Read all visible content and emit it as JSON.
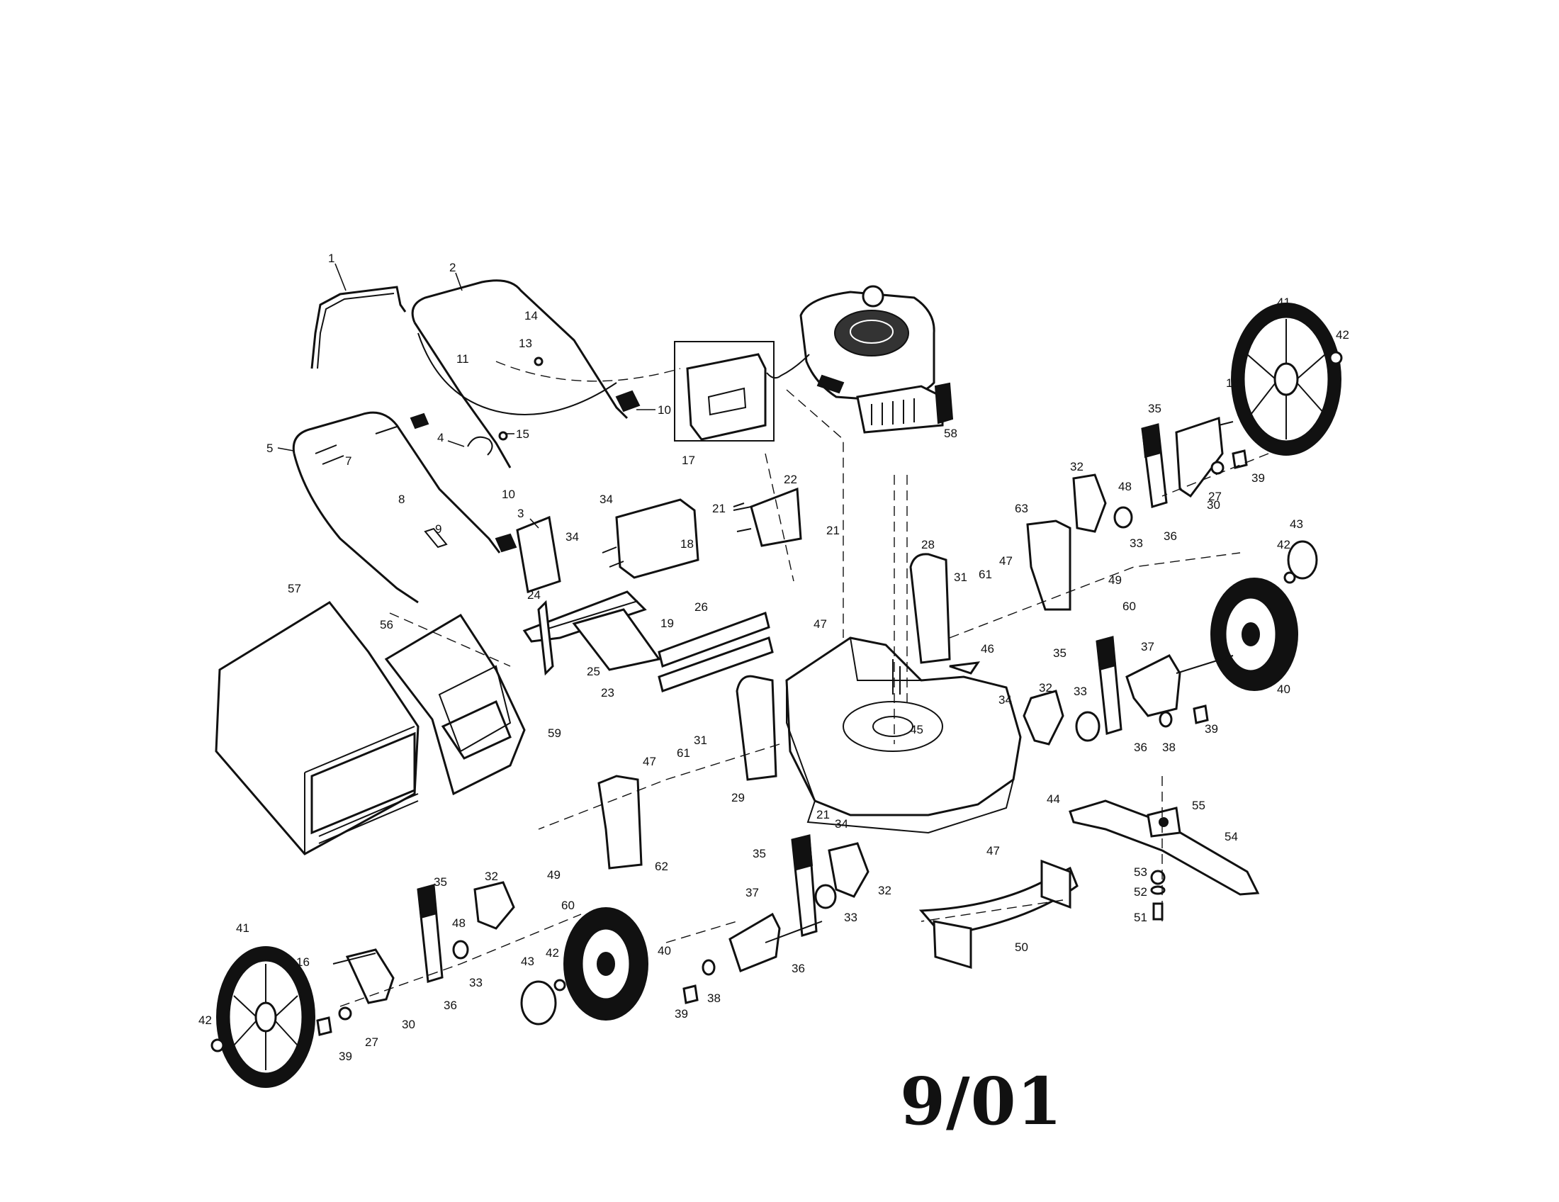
{
  "date_stamp": "9/01",
  "labels": [
    {
      "id": "1",
      "text": "1"
    },
    {
      "id": "2",
      "text": "2"
    },
    {
      "id": "3",
      "text": "3"
    },
    {
      "id": "4",
      "text": "4"
    },
    {
      "id": "5",
      "text": "5"
    },
    {
      "id": "7",
      "text": "7"
    },
    {
      "id": "8",
      "text": "8"
    },
    {
      "id": "9",
      "text": "9"
    },
    {
      "id": "10a",
      "text": "10"
    },
    {
      "id": "10b",
      "text": "10"
    },
    {
      "id": "11",
      "text": "11"
    },
    {
      "id": "13",
      "text": "13"
    },
    {
      "id": "14",
      "text": "14"
    },
    {
      "id": "15",
      "text": "15"
    },
    {
      "id": "16a",
      "text": "16"
    },
    {
      "id": "16b",
      "text": "16"
    },
    {
      "id": "17",
      "text": "17"
    },
    {
      "id": "18",
      "text": "18"
    },
    {
      "id": "19",
      "text": "19"
    },
    {
      "id": "21a",
      "text": "21"
    },
    {
      "id": "21b",
      "text": "21"
    },
    {
      "id": "21c",
      "text": "21"
    },
    {
      "id": "22",
      "text": "22"
    },
    {
      "id": "23",
      "text": "23"
    },
    {
      "id": "24",
      "text": "24"
    },
    {
      "id": "25",
      "text": "25"
    },
    {
      "id": "26",
      "text": "26"
    },
    {
      "id": "27a",
      "text": "27"
    },
    {
      "id": "27b",
      "text": "27"
    },
    {
      "id": "28",
      "text": "28"
    },
    {
      "id": "29",
      "text": "29"
    },
    {
      "id": "30a",
      "text": "30"
    },
    {
      "id": "30b",
      "text": "30"
    },
    {
      "id": "31a",
      "text": "31"
    },
    {
      "id": "31b",
      "text": "31"
    },
    {
      "id": "32a",
      "text": "32"
    },
    {
      "id": "32b",
      "text": "32"
    },
    {
      "id": "32c",
      "text": "32"
    },
    {
      "id": "32d",
      "text": "32"
    },
    {
      "id": "33a",
      "text": "33"
    },
    {
      "id": "33b",
      "text": "33"
    },
    {
      "id": "33c",
      "text": "33"
    },
    {
      "id": "33d",
      "text": "33"
    },
    {
      "id": "34a",
      "text": "34"
    },
    {
      "id": "34b",
      "text": "34"
    },
    {
      "id": "34c",
      "text": "34"
    },
    {
      "id": "34d",
      "text": "34"
    },
    {
      "id": "35a",
      "text": "35"
    },
    {
      "id": "35b",
      "text": "35"
    },
    {
      "id": "35c",
      "text": "35"
    },
    {
      "id": "35d",
      "text": "35"
    },
    {
      "id": "36a",
      "text": "36"
    },
    {
      "id": "36b",
      "text": "36"
    },
    {
      "id": "36c",
      "text": "36"
    },
    {
      "id": "36d",
      "text": "36"
    },
    {
      "id": "37a",
      "text": "37"
    },
    {
      "id": "37b",
      "text": "37"
    },
    {
      "id": "38a",
      "text": "38"
    },
    {
      "id": "38b",
      "text": "38"
    },
    {
      "id": "39a",
      "text": "39"
    },
    {
      "id": "39b",
      "text": "39"
    },
    {
      "id": "39c",
      "text": "39"
    },
    {
      "id": "39d",
      "text": "39"
    },
    {
      "id": "40a",
      "text": "40"
    },
    {
      "id": "40b",
      "text": "40"
    },
    {
      "id": "41a",
      "text": "41"
    },
    {
      "id": "41b",
      "text": "41"
    },
    {
      "id": "42a",
      "text": "42"
    },
    {
      "id": "42b",
      "text": "42"
    },
    {
      "id": "42c",
      "text": "42"
    },
    {
      "id": "42d",
      "text": "42"
    },
    {
      "id": "43a",
      "text": "43"
    },
    {
      "id": "43b",
      "text": "43"
    },
    {
      "id": "44",
      "text": "44"
    },
    {
      "id": "45",
      "text": "45"
    },
    {
      "id": "46",
      "text": "46"
    },
    {
      "id": "47a",
      "text": "47"
    },
    {
      "id": "47b",
      "text": "47"
    },
    {
      "id": "47c",
      "text": "47"
    },
    {
      "id": "47d",
      "text": "47"
    },
    {
      "id": "48a",
      "text": "48"
    },
    {
      "id": "48b",
      "text": "48"
    },
    {
      "id": "49a",
      "text": "49"
    },
    {
      "id": "49b",
      "text": "49"
    },
    {
      "id": "50",
      "text": "50"
    },
    {
      "id": "51",
      "text": "51"
    },
    {
      "id": "52",
      "text": "52"
    },
    {
      "id": "53",
      "text": "53"
    },
    {
      "id": "54",
      "text": "54"
    },
    {
      "id": "55",
      "text": "55"
    },
    {
      "id": "56",
      "text": "56"
    },
    {
      "id": "57",
      "text": "57"
    },
    {
      "id": "58",
      "text": "58"
    },
    {
      "id": "59",
      "text": "59"
    },
    {
      "id": "60a",
      "text": "60"
    },
    {
      "id": "60b",
      "text": "60"
    },
    {
      "id": "61a",
      "text": "61"
    },
    {
      "id": "61b",
      "text": "61"
    },
    {
      "id": "62",
      "text": "62"
    },
    {
      "id": "63",
      "text": "63"
    }
  ]
}
